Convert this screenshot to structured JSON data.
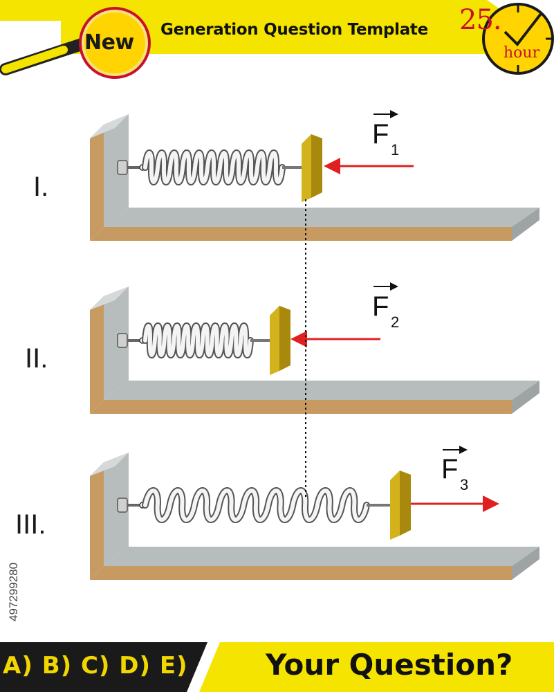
{
  "header": {
    "badge": "New",
    "title": "Generation Question Template",
    "question_number": "25.",
    "time_unit": "hour"
  },
  "diagrams": [
    {
      "label": "I.",
      "force_letter": "F",
      "force_subscript": "1"
    },
    {
      "label": "II.",
      "force_letter": "F",
      "force_subscript": "2"
    },
    {
      "label": "III.",
      "force_letter": "F",
      "force_subscript": "3"
    }
  ],
  "footer": {
    "answer_options": "A) B) C) D) E)",
    "question_prompt": "Your Question?"
  },
  "stock_id": "497299280",
  "colors": {
    "accent_yellow": "#f5e400",
    "force_arrow": "#e02020",
    "block": "#d4b21c",
    "wall": "#b7bcbc",
    "wood": "#c79a62",
    "footer_dark": "#1a1a1a"
  }
}
